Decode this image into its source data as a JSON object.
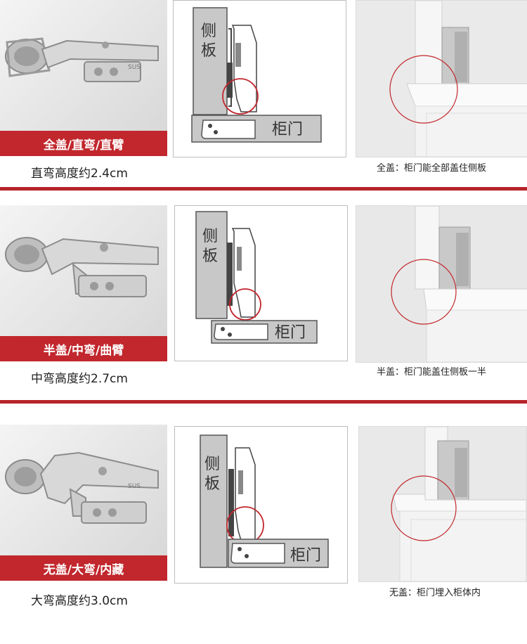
{
  "rows": [
    {
      "band": "全盖/直弯/直臂",
      "spec": "直弯高度约2.4cm",
      "panel_label": "侧板",
      "door_label": "柜门",
      "caption": "全盖：柜门能全部盖住侧板"
    },
    {
      "band": "半盖/中弯/曲臂",
      "spec": "中弯高度约2.7cm",
      "panel_label": "侧板",
      "door_label": "柜门",
      "caption": "半盖：柜门能盖住侧板一半"
    },
    {
      "band": "无盖/大弯/内藏",
      "spec": "大弯高度约3.0cm",
      "panel_label": "侧板",
      "door_label": "柜门",
      "caption": "无盖：柜门埋入柜体内"
    }
  ],
  "colors": {
    "accent": "#c1272d",
    "divider": "#b8232a",
    "circle": "#c1272d",
    "panel": "#c8c8c8"
  }
}
